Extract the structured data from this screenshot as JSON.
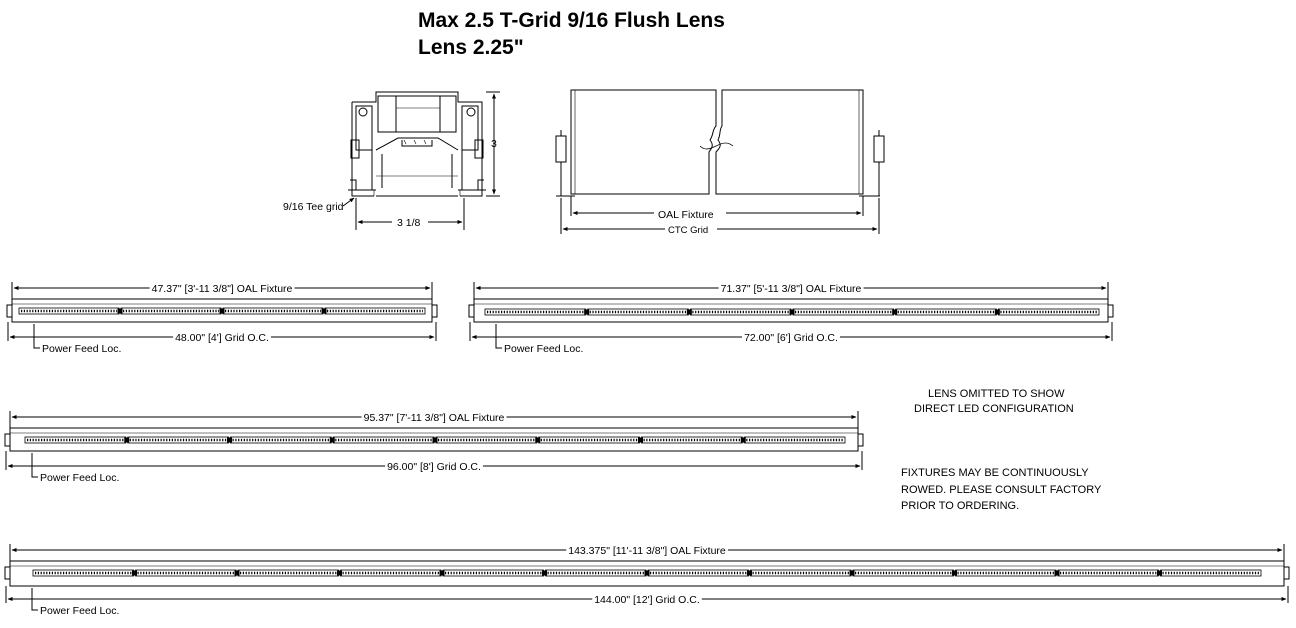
{
  "title": {
    "line1": "Max 2.5 T-Grid 9/16 Flush Lens",
    "line2": "Lens 2.25\""
  },
  "section_view": {
    "height_label": "3",
    "width_label": "3 1/8",
    "tee_label": "9/16 Tee grid"
  },
  "side_view": {
    "oal_label": "OAL Fixture",
    "ctc_label": "CTC Grid"
  },
  "fixtures": [
    {
      "oal": "47.37\" [3'-11 3/8\"] OAL Fixture",
      "grid": "48.00\" [4'] Grid O.C.",
      "feed": "Power Feed Loc.",
      "segments": 4
    },
    {
      "oal": "71.37\" [5'-11 3/8\"] OAL Fixture",
      "grid": "72.00\" [6'] Grid O.C.",
      "feed": "Power Feed Loc.",
      "segments": 6
    },
    {
      "oal": "95.37\" [7'-11 3/8\"] OAL Fixture",
      "grid": "96.00\" [8'] Grid O.C.",
      "feed": "Power Feed Loc.",
      "segments": 8
    },
    {
      "oal": "143.375\" [11'-11 3/8\"] OAL Fixture",
      "grid": "144.00\" [12'] Grid O.C.",
      "feed": "Power Feed Loc.",
      "segments": 12
    }
  ],
  "notes": {
    "lens_line1": "LENS OMITTED TO SHOW",
    "lens_line2": "DIRECT LED CONFIGURATION",
    "rows_line1": "FIXTURES MAY BE CONTINUOUSLY",
    "rows_line2": "ROWED. PLEASE CONSULT FACTORY",
    "rows_line3": "PRIOR TO ORDERING."
  }
}
